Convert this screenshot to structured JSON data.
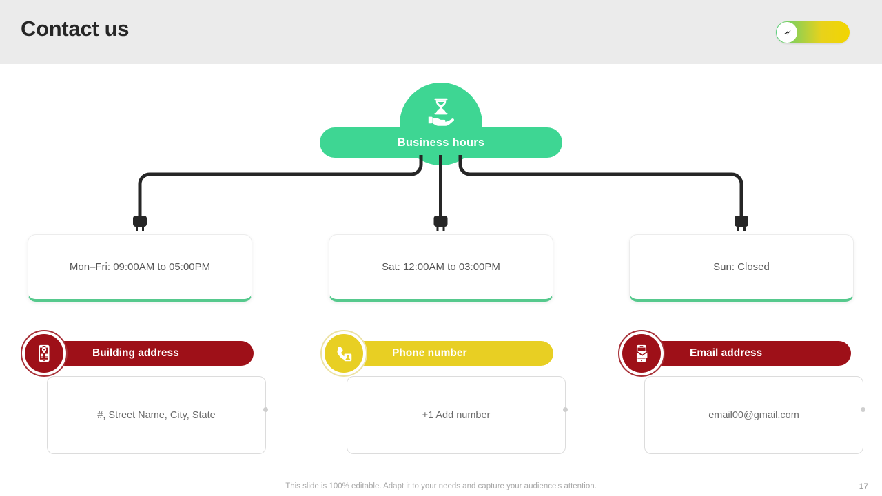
{
  "header": {
    "title": "Contact us",
    "logo": {
      "name": "brand-logo",
      "icon": "lightning-arrow-icon",
      "gradient_from": "#56d07a",
      "gradient_to": "#f2d500"
    }
  },
  "business_hours": {
    "node_label": "Business hours",
    "node_icon": "hourglass-on-hand-icon",
    "node_color": "#3ed693",
    "accent_color": "#56c98d",
    "connector_color": "#262626",
    "cards": [
      {
        "text": "Mon–Fri: 09:00AM to 05:00PM"
      },
      {
        "text": "Sat: 12:00AM to 03:00PM"
      },
      {
        "text": "Sun: Closed"
      }
    ]
  },
  "contacts": [
    {
      "label": "Building address",
      "value": "#, Street Name, City, State",
      "icon": "phone-map-pin-icon",
      "color": "#9e1018",
      "theme": "red"
    },
    {
      "label": "Phone number",
      "value": "+1 Add number",
      "icon": "phone-contact-icon",
      "color": "#e8cf23",
      "theme": "yellow"
    },
    {
      "label": "Email address",
      "value": "email00@gmail.com",
      "icon": "phone-envelope-icon",
      "color": "#9e1018",
      "theme": "red"
    }
  ],
  "footer": {
    "note": "This slide is 100% editable. Adapt it to your needs and capture your audience's attention.",
    "page_number": "17"
  }
}
